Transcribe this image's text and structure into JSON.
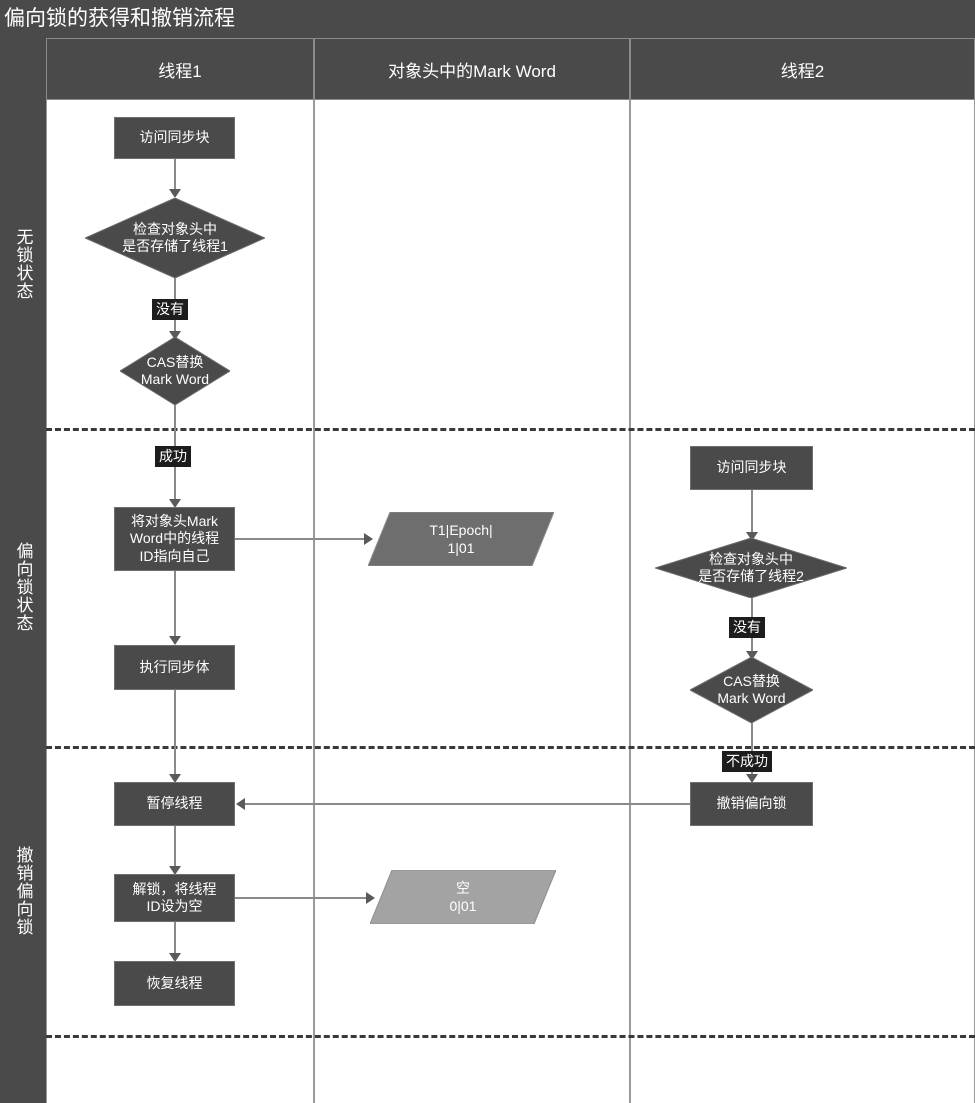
{
  "title": "偏向锁的获得和撤销流程",
  "lanes": [
    {
      "label": "无锁状态"
    },
    {
      "label": "偏向锁状态"
    },
    {
      "label": "撤销偏向锁"
    }
  ],
  "columns": [
    {
      "header": "线程1"
    },
    {
      "header": "对象头中的Mark Word"
    },
    {
      "header": "线程2"
    }
  ],
  "thread1": {
    "n1": "访问同步块",
    "n2_line1": "检查对象头中",
    "n2_line2": "是否存储了线程1",
    "edge_no": "没有",
    "n3_line1": "CAS替换",
    "n3_line2": "Mark Word",
    "edge_ok": "成功",
    "n4_line1": "将对象头Mark",
    "n4_line2": "Word中的线程",
    "n4_line3": "ID指向自己",
    "n5": "执行同步体",
    "n6": "暂停线程",
    "n7_line1": "解锁，将线程",
    "n7_line2": "ID设为空",
    "n8": "恢复线程"
  },
  "markword": {
    "p1_line1": "T1|Epoch|",
    "p1_line2": "1|01",
    "p2_line1": "空",
    "p2_line2": "0|01"
  },
  "thread2": {
    "n1": "访问同步块",
    "n2_line1": "检查对象头中",
    "n2_line2": "是否存储了线程2",
    "edge_no": "没有",
    "n3_line1": "CAS替换",
    "n3_line2": "Mark Word",
    "edge_fail": "不成功",
    "n4": "撤销偏向锁"
  },
  "colors": {
    "header_bg": "#4a4a4a",
    "node_bg": "#4a4a4a",
    "para_dark": "#6e6e6e",
    "para_light": "#a3a3a3",
    "connector": "#8a8a8a",
    "label_bg": "#1d1d1d",
    "canvas": "#ffffff"
  }
}
